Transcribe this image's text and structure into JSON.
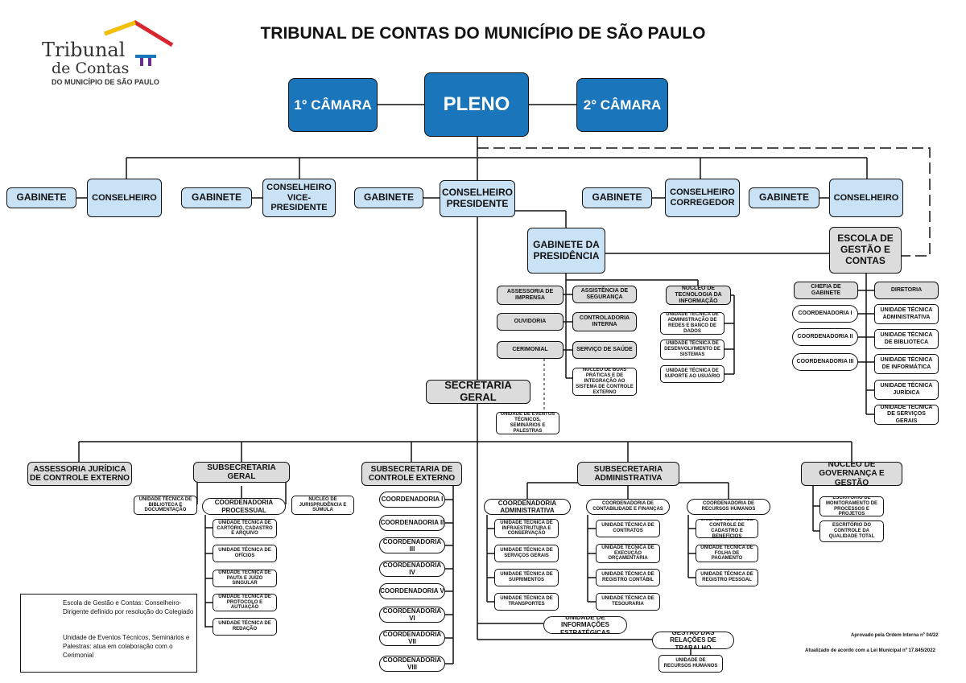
{
  "logo": {
    "line1": "Tribunal",
    "line2": "de Contas",
    "line3": "DO MUNICÍPIO DE SÃO PAULO",
    "colors": [
      "#f2c200",
      "#d7262d",
      "#1a75bb",
      "#6a2c91"
    ]
  },
  "title": "TRIBUNAL DE CONTAS DO MUNICÍPIO DE SÃO PAULO",
  "top": {
    "camara1": "1° CÂMARA",
    "pleno": "PLENO",
    "camara2": "2° CÂMARA"
  },
  "row2": {
    "gab1": "GABINETE",
    "cons1": "CONSELHEIRO",
    "gab2": "GABINETE",
    "cons2": "CONSELHEIRO VICE-PRESIDENTE",
    "gab3": "GABINETE",
    "cons3": "CONSELHEIRO PRESIDENTE",
    "gab4": "GABINETE",
    "cons4": "CONSELHEIRO CORREGEDOR",
    "gab5": "GABINETE",
    "cons5": "CONSELHEIRO"
  },
  "gabinete_presidencia": {
    "title": "GABINETE DA PRESIDÊNCIA",
    "assessoria_imprensa": "ASSESSORIA DE IMPRENSA",
    "ouvidoria": "OUVIDORIA",
    "cerimonial": "CERIMONIAL",
    "assistencia": "ASSISTÊNCIA DE SEGURANÇA",
    "controladoria": "CONTROLADORIA INTERNA",
    "saude": "SERVIÇO DE SAÚDE",
    "boas_praticas": "NÚCLEO DE BOAS PRÁTICAS E DE INTEGRAÇÃO AO SISTEMA DE CONTROLE EXTERNO",
    "nti": "NÚCLEO DE TECNOLOGIA DA INFORMAÇÃO",
    "ut_adm_redes": "UNIDADE TÉCNICA DE ADMINISTRAÇÃO DE REDES E BANCO DE DADOS",
    "ut_desenv": "UNIDADE TÉCNICA DE DESENVOLVIMENTO DE SISTEMAS",
    "ut_suporte": "UNIDADE TÉCNICA DE SUPORTE AO USUÁRIO",
    "eventos": "UNIDADE DE EVENTOS TÉCNICOS, SEMINÁRIOS E PALESTRAS"
  },
  "escola": {
    "title": "ESCOLA DE GESTÃO E CONTAS",
    "chefia": "CHEFIA DE GABINETE",
    "diretoria": "DIRETORIA",
    "coord1": "COORDENADORIA I",
    "coord2": "COORDENADORIA II",
    "coord3": "COORDENADORIA III",
    "ut_adm": "UNIDADE TÉCNICA ADMINISTRATIVA",
    "ut_bib": "UNIDADE TÉCNICA DE BIBLIOTECA",
    "ut_inf": "UNIDADE TÉCNICA DE INFORMÁTICA",
    "ut_jur": "UNIDADE TÉCNICA JURÍDICA",
    "ut_serv": "UNIDADE TÉCNICA DE SERVIÇOS GERAIS"
  },
  "secretaria_geral": "SECRETARIA GERAL",
  "assessoria_juridica": "ASSESSORIA JURÍDICA DE CONTROLE EXTERNO",
  "subsec_geral": {
    "title": "SUBSECRETARIA GERAL",
    "ut_bib_doc": "UNIDADE TÉCNICA DE BIBLIOTECA E DOCUMENTAÇÃO",
    "coord": "COORDENADORIA PROCESSUAL",
    "nucleo_juris": "NÚCLEO DE JURISPRUDÊNCIA E SÚMULA",
    "ut_cartorio": "UNIDADE TÉCNICA DE CARTÓRIO, CADASTRO E ARQUIVO",
    "ut_oficios": "UNIDADE TÉCNICA DE OFÍCIOS",
    "ut_pauta": "UNIDADE TÉCNICA DE PAUTA E JUÍZO SINGULAR",
    "ut_protocolo": "UNIDADE TÉCNICA DE PROTOCOLO E AUTUAÇÃO",
    "ut_redacao": "UNIDADE TÉCNICA DE REDAÇÃO"
  },
  "subsec_ce": {
    "title": "SUBSECRETARIA DE CONTROLE EXTERNO",
    "coords": [
      "COORDENADORIA I",
      "COORDENADORIA II",
      "COORDENADORIA III",
      "COORDENADORIA IV",
      "COORDENADORIA V",
      "COORDENADORIA VI",
      "COORDENADORIA VII",
      "COORDENADORIA VIII"
    ]
  },
  "subsec_adm": {
    "title": "SUBSECRETARIA ADMINISTRATIVA",
    "coord_adm": "COORDENADORIA ADMINISTRATIVA",
    "coord_cont": "COORDENADORIA DE CONTABILIDADE E FINANÇAS",
    "coord_rh": "COORDENADORIA DE RECURSOS HUMANOS",
    "ut_infra": "UNIDADE TÉCNICA DE INFRAESTRUTURA E CONSERVAÇÃO",
    "ut_servicos": "UNIDADE TÉCNICA DE SERVIÇOS GERAIS",
    "ut_suprimentos": "UNIDADE TÉCNICA DE SUPRIMENTOS",
    "ut_transportes": "UNIDADE TÉCNICA DE TRANSPORTES",
    "ut_contratos": "UNIDADE TÉCNICA DE CONTRATOS",
    "ut_execucao": "UNIDADE TÉCNICA DE EXECUÇÃO ORÇAMENTÁRIA",
    "ut_registro_contabil": "UNIDADE TÉCNICA DE REGISTRO CONTÁBIL",
    "ut_tesouraria": "UNIDADE TÉCNICA DE TESOURARIA",
    "ut_cadastro_beneficios": "UNIDADE TÉCNICA DE CONTROLE DE CADASTRO E BENEFÍCIOS",
    "ut_folha": "UNIDADE TÉCNICA DE FOLHA DE PAGAMENTO",
    "ut_registro_pessoal": "UNIDADE TÉCNICA DE REGISTRO PESSOAL"
  },
  "nucleo_gov": {
    "title": "NÚCLEO DE GOVERNANÇA E GESTÃO",
    "esc_monit": "ESCRITÓRIO DE MONITORAMENTO DE PROCESSOS E PROJETOS",
    "esc_qual": "ESCRITÓRIO DO CONTROLE DA QUALIDADE TOTAL"
  },
  "unidade_informacoes": "UNIDADE DE INFORMAÇÕES ESTRATÉGICAS",
  "gestao_relacoes": "GESTÃO DAS RELAÇÕES DE TRABALHO",
  "unidade_rh": "UNIDADE DE RECURSOS HUMANOS",
  "legend": {
    "item1": "Escola de Gestão e Contas: Conselheiro-Dirigente definido por resolução do Colegiado",
    "item2": "Unidade de Eventos Técnicos, Seminários e Palestras: atua em colaboração com o Cerimonial"
  },
  "footer": {
    "aprovado": "Aprovado pela Ordem Interna nº 04/22",
    "atualizado": "Atualizado de acordo com a Lei Municipal nº 17.845/2022"
  }
}
